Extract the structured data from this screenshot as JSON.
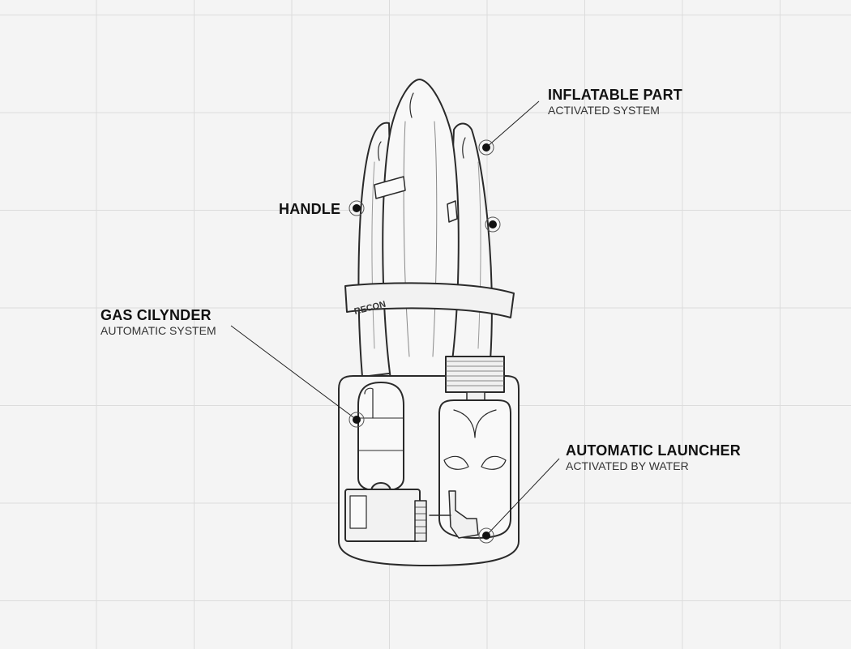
{
  "callouts": {
    "inflatable": {
      "title": "INFLATABLE PART",
      "subtitle": "ACTIVATED SYSTEM"
    },
    "handle": {
      "title": "HANDLE"
    },
    "gas_cylinder": {
      "title": "GAS CILYNDER",
      "subtitle": "AUTOMATIC SYSTEM"
    },
    "launcher": {
      "title": "AUTOMATIC LAUNCHER",
      "subtitle": "ACTIVATED BY WATER"
    }
  },
  "device": {
    "band_text": "RECON"
  },
  "colors": {
    "background": "#f4f4f4",
    "grid": "#dcdcdc",
    "stroke": "#2a2a2a",
    "marker": "#111111"
  }
}
